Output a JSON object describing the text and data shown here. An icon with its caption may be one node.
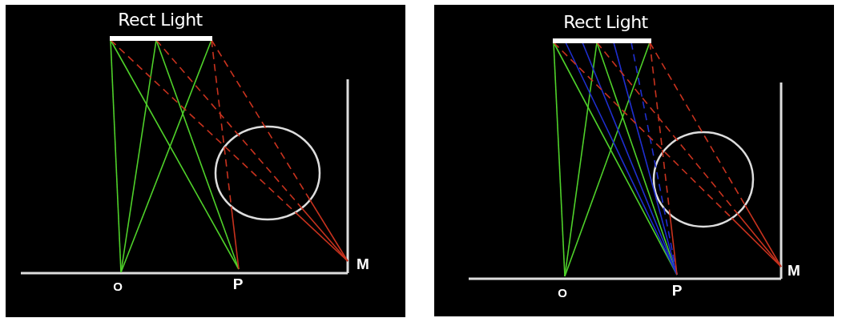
{
  "diagram": {
    "labels": [
      "Rect Light",
      "O",
      "P",
      "M",
      "Rect Light",
      "O",
      "P",
      "M"
    ]
  }
}
